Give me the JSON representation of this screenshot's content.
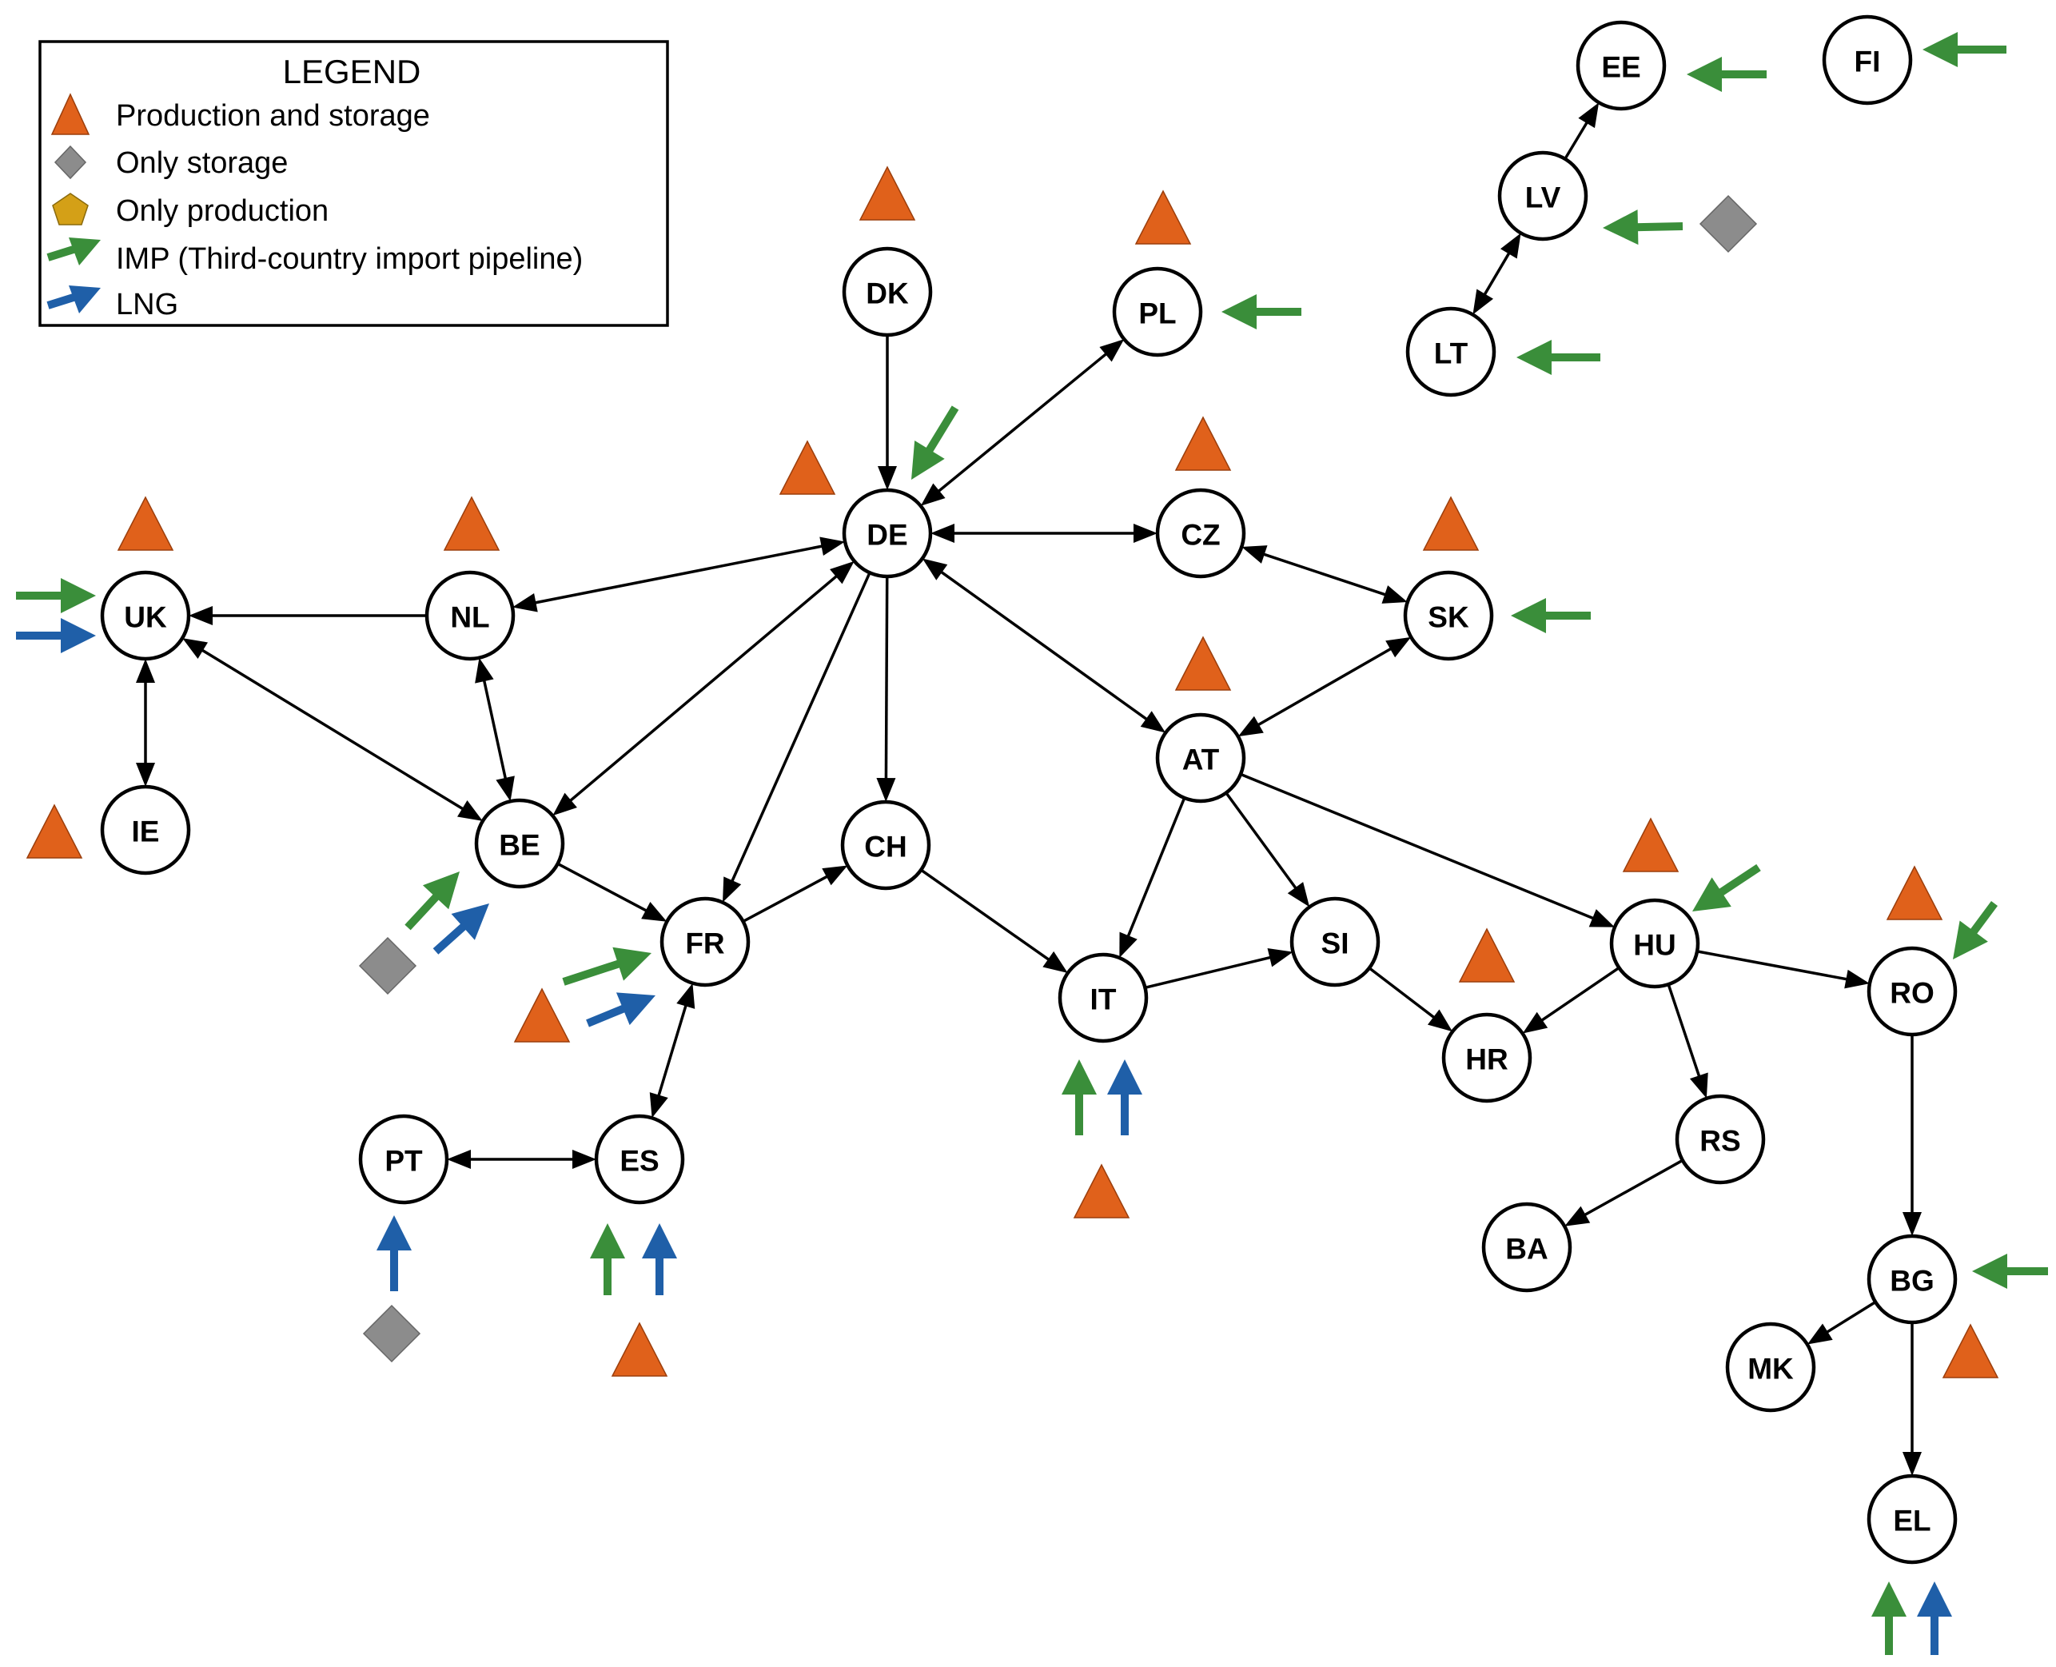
{
  "legend": {
    "title": "LEGEND",
    "items": [
      {
        "key": "prod_storage",
        "label": "Production and storage",
        "symbol": "triangle",
        "color": "#E0611B"
      },
      {
        "key": "only_storage",
        "label": "Only storage",
        "symbol": "diamond",
        "color": "#8C8C8C"
      },
      {
        "key": "only_production",
        "label": "Only production",
        "symbol": "pentagon",
        "color": "#D4A017"
      },
      {
        "key": "imp",
        "label": "IMP (Third-country import pipeline)",
        "symbol": "arrow",
        "color": "#3A8E3A"
      },
      {
        "key": "lng",
        "label": "LNG",
        "symbol": "arrow",
        "color": "#1F5FA8"
      }
    ]
  },
  "colors": {
    "edge": "#000000",
    "triangle": "#E0611B",
    "diamond": "#8C8C8C",
    "imp": "#3A8E3A",
    "lng": "#1F5FA8"
  },
  "nodes": [
    "EE",
    "FI",
    "LV",
    "LT",
    "DK",
    "PL",
    "DE",
    "CZ",
    "SK",
    "UK",
    "NL",
    "AT",
    "IE",
    "BE",
    "CH",
    "FR",
    "SI",
    "HU",
    "RO",
    "IT",
    "HR",
    "RS",
    "PT",
    "ES",
    "BA",
    "BG",
    "MK",
    "EL"
  ],
  "edges": [
    {
      "from": "DK",
      "to": "DE",
      "direction": "forward"
    },
    {
      "from": "DE",
      "to": "PL",
      "direction": "both"
    },
    {
      "from": "DE",
      "to": "CZ",
      "direction": "both"
    },
    {
      "from": "CZ",
      "to": "SK",
      "direction": "both"
    },
    {
      "from": "SK",
      "to": "AT",
      "direction": "both"
    },
    {
      "from": "DE",
      "to": "AT",
      "direction": "both"
    },
    {
      "from": "DE",
      "to": "NL",
      "direction": "both"
    },
    {
      "from": "NL",
      "to": "UK",
      "direction": "forward"
    },
    {
      "from": "NL",
      "to": "BE",
      "direction": "both"
    },
    {
      "from": "UK",
      "to": "IE",
      "direction": "both"
    },
    {
      "from": "UK",
      "to": "BE",
      "direction": "both"
    },
    {
      "from": "DE",
      "to": "BE",
      "direction": "both"
    },
    {
      "from": "DE",
      "to": "FR",
      "direction": "forward"
    },
    {
      "from": "DE",
      "to": "CH",
      "direction": "forward"
    },
    {
      "from": "BE",
      "to": "FR",
      "direction": "forward"
    },
    {
      "from": "FR",
      "to": "CH",
      "direction": "forward"
    },
    {
      "from": "CH",
      "to": "IT",
      "direction": "forward"
    },
    {
      "from": "FR",
      "to": "ES",
      "direction": "both"
    },
    {
      "from": "PT",
      "to": "ES",
      "direction": "both"
    },
    {
      "from": "AT",
      "to": "IT",
      "direction": "forward"
    },
    {
      "from": "AT",
      "to": "SI",
      "direction": "forward"
    },
    {
      "from": "AT",
      "to": "HU",
      "direction": "forward"
    },
    {
      "from": "IT",
      "to": "SI",
      "direction": "forward"
    },
    {
      "from": "SI",
      "to": "HR",
      "direction": "forward"
    },
    {
      "from": "HU",
      "to": "HR",
      "direction": "forward"
    },
    {
      "from": "HU",
      "to": "RS",
      "direction": "forward"
    },
    {
      "from": "HU",
      "to": "RO",
      "direction": "forward"
    },
    {
      "from": "RS",
      "to": "BA",
      "direction": "forward"
    },
    {
      "from": "RO",
      "to": "BG",
      "direction": "forward"
    },
    {
      "from": "BG",
      "to": "MK",
      "direction": "forward"
    },
    {
      "from": "BG",
      "to": "EL",
      "direction": "forward"
    },
    {
      "from": "LT",
      "to": "LV",
      "direction": "both"
    },
    {
      "from": "LV",
      "to": "EE",
      "direction": "forward"
    }
  ],
  "production_storage": [
    "DK",
    "PL",
    "DE",
    "CZ",
    "SK",
    "UK",
    "NL",
    "AT",
    "IE",
    "FR",
    "IT",
    "HU",
    "HR",
    "RO",
    "ES",
    "BG"
  ],
  "only_storage": [
    "LV",
    "BE",
    "PT"
  ],
  "imp_entries": [
    "EE",
    "FI",
    "LV",
    "LT",
    "PL",
    "DE",
    "SK",
    "UK",
    "BE",
    "FR",
    "IT",
    "HU",
    "RO",
    "ES",
    "BG",
    "EL"
  ],
  "lng_entries": [
    "UK",
    "BE",
    "FR",
    "IT",
    "PT",
    "ES",
    "EL"
  ]
}
